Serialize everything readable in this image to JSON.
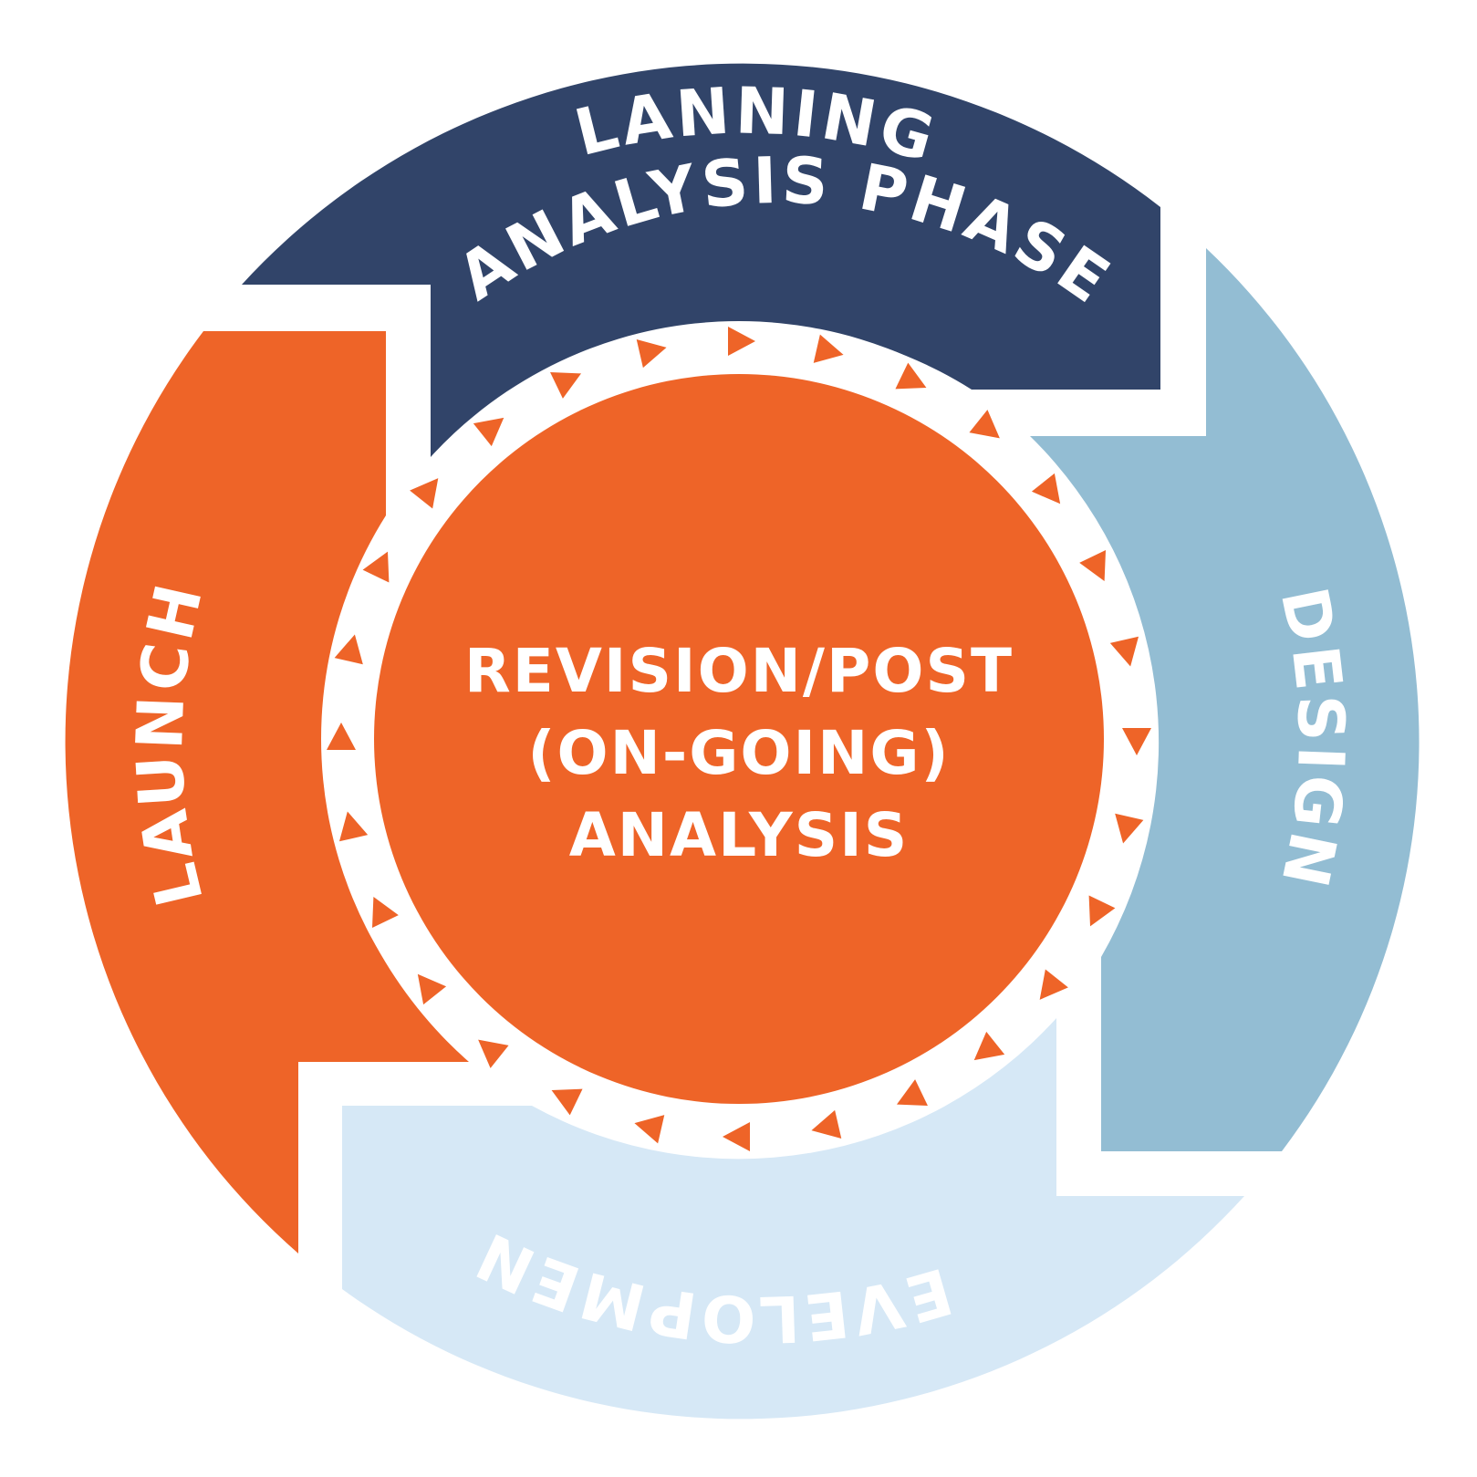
{
  "phases": {
    "planning": {
      "line1": "PLANNING/",
      "line2": "ANALYSIS PHASE",
      "color": "#314469"
    },
    "design": {
      "label": "DESIGN",
      "color": "#93bdd3"
    },
    "development": {
      "label": "DEVELOPMENT",
      "color": "#d6e8f6"
    },
    "launch": {
      "label": "LAUNCH",
      "color": "#ee6428"
    }
  },
  "center": {
    "line1": "REVISION/POST",
    "line2": "(ON-GOING)",
    "line3": "ANALYSIS",
    "color": "#ee6428"
  },
  "arrow_ring": {
    "count": 28,
    "color": "#ee6428"
  }
}
